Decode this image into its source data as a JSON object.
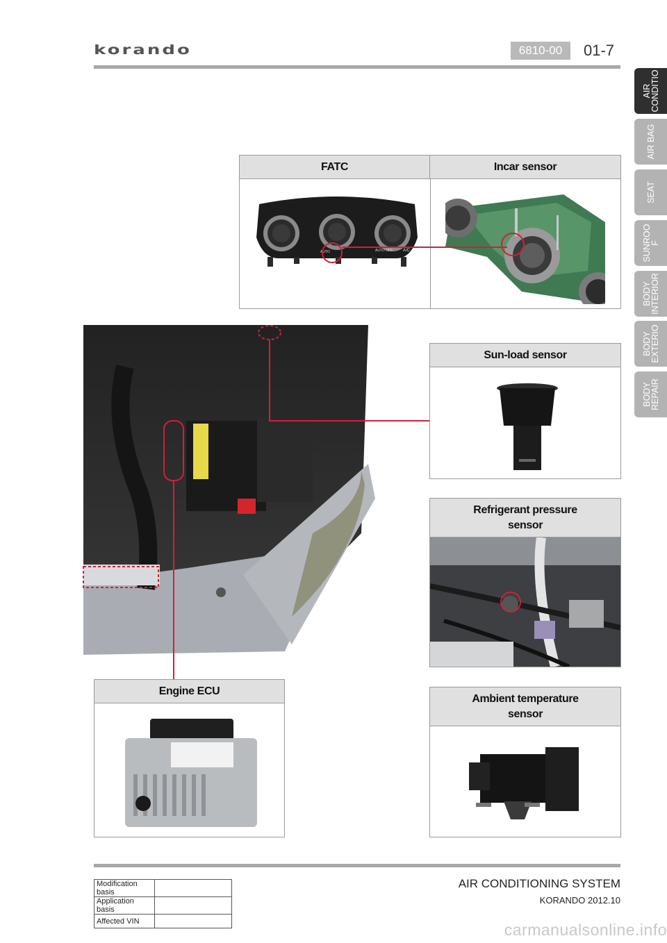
{
  "header": {
    "brand": "korando",
    "section_code": "6810-00",
    "page_number": "01-7"
  },
  "side_tabs": [
    {
      "label": "AIR\nCONDITIO",
      "active": true
    },
    {
      "label": "AIR BAG",
      "active": false
    },
    {
      "label": "SEAT",
      "active": false
    },
    {
      "label": "SUNROO\nF",
      "active": false
    },
    {
      "label": "BODY\nINTERIOR",
      "active": false
    },
    {
      "label": "BODY\nEXTERIO",
      "active": false
    },
    {
      "label": "BODY\nREPAIR",
      "active": false
    }
  ],
  "components": {
    "fatc": "FATC",
    "incar": "Incar sensor",
    "sunload": "Sun-load sensor",
    "refrigerant": "Refrigerant pressure\nsensor",
    "engine_ecu": "Engine ECU",
    "ambient": "Ambient temperature\nsensor"
  },
  "fatc_panel_labels": {
    "auto_off": "AUTO\nOFF",
    "ac": "A/C",
    "auto": "AUTO"
  },
  "footer": {
    "system_title": "AIR CONDITIONING SYSTEM",
    "model_date": "KORANDO 2012.10",
    "rows": [
      {
        "label": "Modification basis",
        "value": ""
      },
      {
        "label": "Application basis",
        "value": ""
      },
      {
        "label": "Affected VIN",
        "value": ""
      }
    ],
    "watermark": "carmanualsonline.info"
  },
  "colors": {
    "callout": "#d0203a",
    "header_gray": "#e0e0e0",
    "tab_gray": "#b3b3b3",
    "tab_active": "#2f2f2f"
  }
}
